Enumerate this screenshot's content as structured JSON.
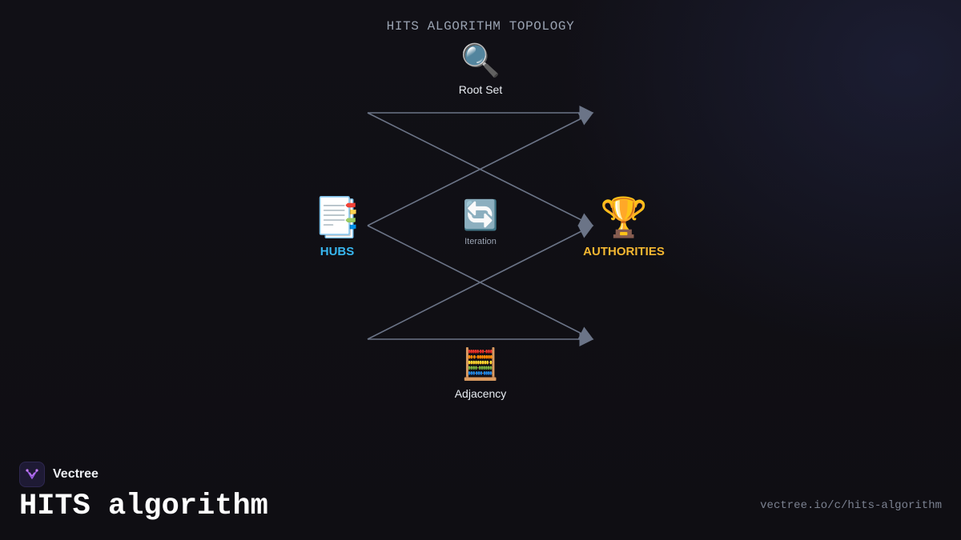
{
  "diagram": {
    "title": "HITS ALGORITHM TOPOLOGY",
    "nodes": {
      "root_set": {
        "icon": "🔍",
        "icon_name": "magnifier-icon",
        "label": "Root Set"
      },
      "iteration": {
        "icon": "🔄",
        "icon_name": "cycle-arrows-icon",
        "label": "Iteration"
      },
      "adjacency": {
        "icon": "🧮",
        "icon_name": "abacus-icon",
        "label": "Adjacency"
      },
      "hubs": {
        "icon": "📑",
        "icon_name": "bookmark-tabs-icon",
        "label": "HUBS",
        "color": "#38b7f0"
      },
      "authorities": {
        "icon": "🏆",
        "icon_name": "trophy-icon",
        "label": "AUTHORITIES",
        "color": "#f4b731"
      }
    },
    "edge_color": "#6b7487"
  },
  "footer": {
    "brand": "Vectree",
    "title": "HITS algorithm",
    "url": "vectree.io/c/hits-algorithm"
  }
}
